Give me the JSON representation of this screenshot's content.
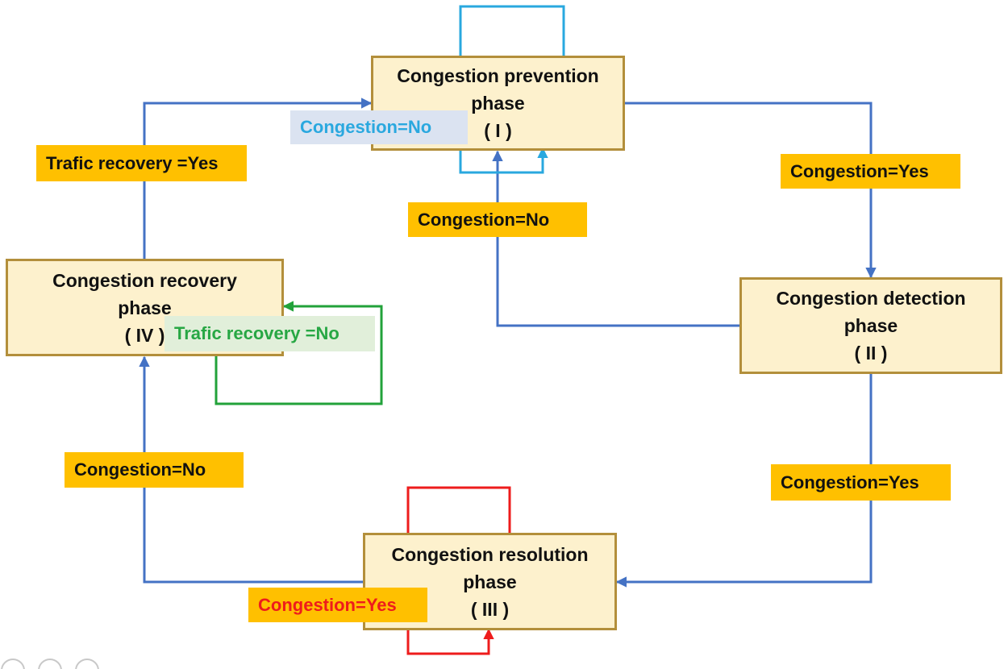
{
  "phases": {
    "prevention": {
      "line1": "Congestion prevention",
      "line2": "phase",
      "line3": "( I )"
    },
    "detection": {
      "line1": "Congestion detection",
      "line2": "phase",
      "line3": "( II )"
    },
    "resolution": {
      "line1": "Congestion resolution",
      "line2": "phase",
      "line3": "( III )"
    },
    "recovery": {
      "line1": "Congestion recovery",
      "line2": "phase",
      "line3": "( IV )"
    }
  },
  "conditions": {
    "prevention_self_loop": "Congestion=No",
    "prevention_to_detection": "Congestion=Yes",
    "detection_to_prevention": "Congestion=No",
    "detection_to_resolution": "Congestion=Yes",
    "resolution_self_loop": "Congestion=Yes",
    "resolution_to_recovery": "Congestion=No",
    "recovery_self_loop": "Trafic recovery =No",
    "recovery_to_prevention": "Trafic recovery =Yes"
  },
  "colors": {
    "main_arrow": "#4472c4",
    "prevention_loop": "#29a8df",
    "recovery_loop": "#22a23a",
    "resolution_loop": "#ee1c1c",
    "box_fill": "#fdf1cd",
    "box_border": "#b38f3b",
    "label_fill": "#ffc000"
  }
}
